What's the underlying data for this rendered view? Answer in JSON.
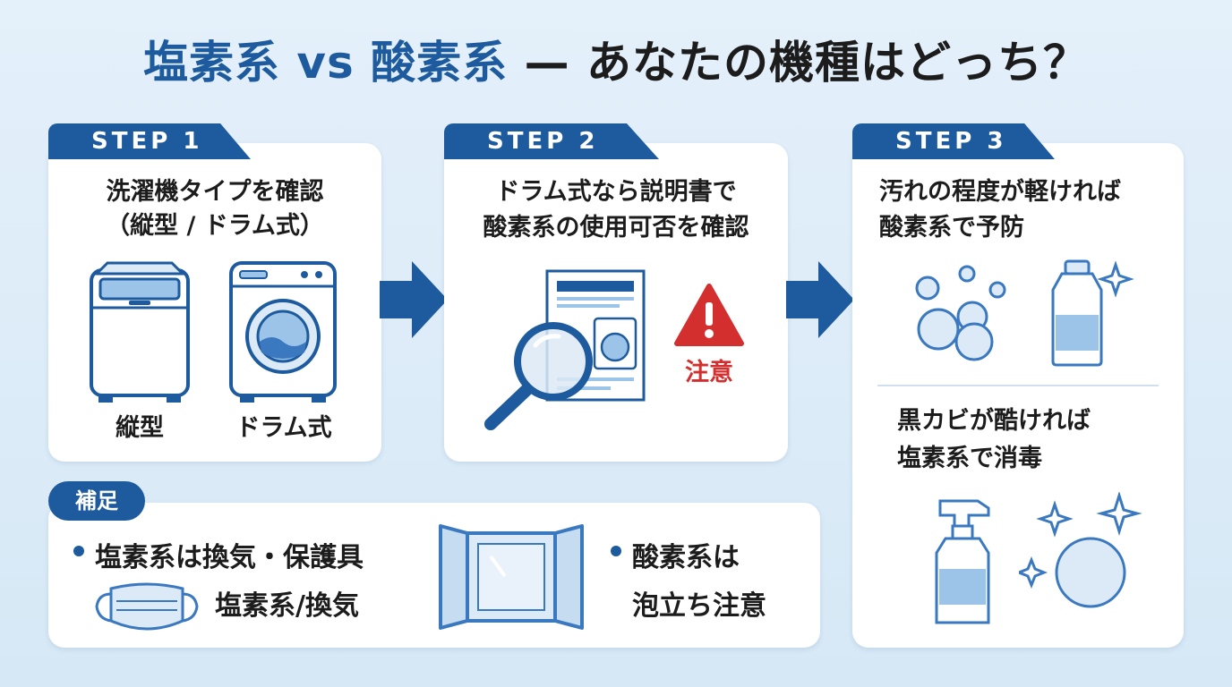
{
  "title": {
    "part1": "塩素系",
    "vs": "vs",
    "part2": "酸素系",
    "dash": "—",
    "part3": "あなたの機種はどっち？"
  },
  "steps": [
    {
      "tab": "STEP 1",
      "lines": [
        "洗濯機タイプを確認",
        "（縦型 / ドラム式）"
      ],
      "labels": [
        "縦型",
        "ドラム式"
      ]
    },
    {
      "tab": "STEP 2",
      "lines": [
        "ドラム式なら説明書で",
        "酸素系の使用可否を確認"
      ],
      "warning": "注意"
    },
    {
      "tab": "STEP 3",
      "upper": [
        "汚れの程度が軽ければ",
        "酸素系で予防"
      ],
      "lower": [
        "黒カビが酷ければ",
        "塩素系で消毒"
      ]
    }
  ],
  "supplement": {
    "tab": "補足",
    "bullet1": "塩素系は換気・保護具",
    "mask_caption": "塩素系/換気",
    "bullet2_line1": "酸素系は",
    "bullet2_line2": "泡立ち注意"
  },
  "colors": {
    "primary": "#1d5b9e",
    "light_blue": "#dce9f6",
    "warning_red": "#d32f2f"
  }
}
